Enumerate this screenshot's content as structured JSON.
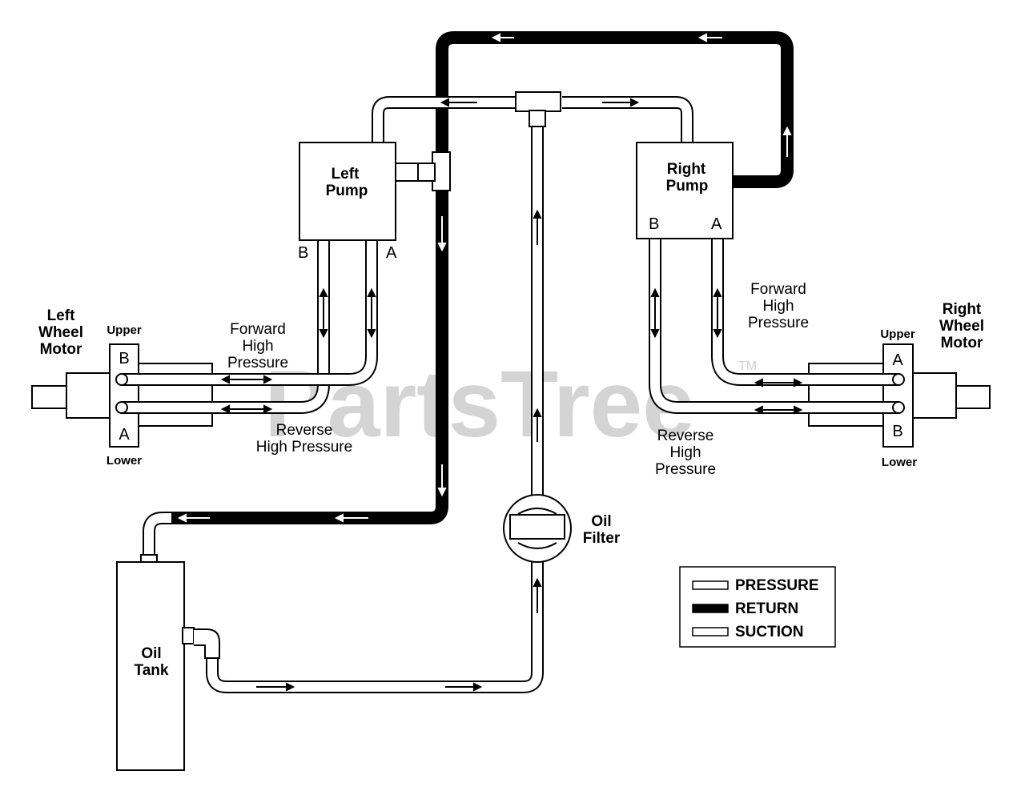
{
  "components": {
    "left_pump": [
      "Left",
      "Pump"
    ],
    "right_pump": [
      "Right",
      "Pump"
    ],
    "left_wheel_motor": [
      "Left",
      "Wheel",
      "Motor"
    ],
    "right_wheel_motor": [
      "Right",
      "Wheel",
      "Motor"
    ],
    "oil_tank": [
      "Oil",
      "Tank"
    ],
    "oil_filter": [
      "Oil",
      "Filter"
    ]
  },
  "ports": {
    "left_pump_b": "B",
    "left_pump_a": "A",
    "right_pump_b": "B",
    "right_pump_a": "A",
    "left_motor_b": "B",
    "left_motor_a": "A",
    "right_motor_a": "A",
    "right_motor_b": "B"
  },
  "motor_positions": {
    "left_upper": "Upper",
    "left_lower": "Lower",
    "right_upper": "Upper",
    "right_lower": "Lower"
  },
  "flow_labels": {
    "left_forward": [
      "Forward",
      "High",
      "Pressure"
    ],
    "left_reverse": [
      "Reverse",
      "High Pressure"
    ],
    "right_forward": [
      "Forward",
      "High",
      "Pressure"
    ],
    "right_reverse": [
      "Reverse",
      "High",
      "Pressure"
    ]
  },
  "legend": {
    "items": [
      {
        "label": "PRESSURE",
        "style": "pressure"
      },
      {
        "label": "RETURN",
        "style": "return"
      },
      {
        "label": "SUCTION",
        "style": "suction"
      }
    ]
  },
  "watermark": {
    "text": "PartsTree",
    "tm": "TM"
  },
  "colors": {
    "line": "#000000",
    "background": "#ffffff",
    "watermark": "#d4d4d4"
  }
}
